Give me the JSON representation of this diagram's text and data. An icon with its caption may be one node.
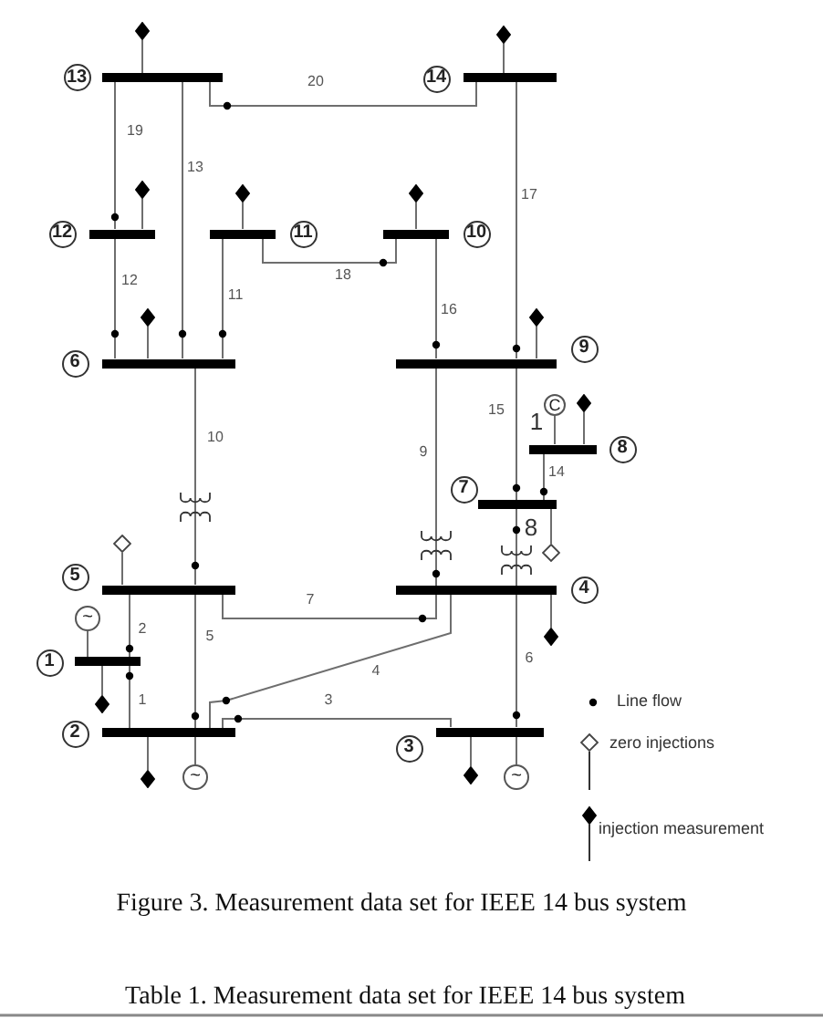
{
  "diagram": {
    "caption": "Figure 3. Measurement data set for IEEE 14 bus system",
    "nodes": [
      {
        "text": [],
        "shape": "bar",
        "beside": [
          "13"
        ]
      },
      {
        "text": [],
        "shape": "bar",
        "beside": [
          "14"
        ]
      },
      {
        "text": [],
        "shape": "bar",
        "beside": [
          "12"
        ]
      },
      {
        "text": [],
        "shape": "bar",
        "beside": [
          "11"
        ]
      },
      {
        "text": [],
        "shape": "bar",
        "beside": [
          "10"
        ]
      },
      {
        "text": [],
        "shape": "bar",
        "beside": [
          "6"
        ]
      },
      {
        "text": [],
        "shape": "bar",
        "beside": [
          "9"
        ]
      },
      {
        "text": [],
        "shape": "bar",
        "beside": [
          "8"
        ]
      },
      {
        "text": [],
        "shape": "bar",
        "beside": [
          "7"
        ]
      },
      {
        "text": [],
        "shape": "bar",
        "beside": [
          "5"
        ]
      },
      {
        "text": [],
        "shape": "bar",
        "beside": [
          "4"
        ]
      },
      {
        "text": [],
        "shape": "bar",
        "beside": [
          "1"
        ]
      },
      {
        "text": [],
        "shape": "bar",
        "beside": [
          "2"
        ]
      },
      {
        "text": [],
        "shape": "bar",
        "beside": [
          "3"
        ]
      },
      {
        "text": [],
        "shape": "diamond"
      },
      {
        "text": [],
        "shape": "diamond"
      },
      {
        "text": [],
        "shape": "diamond"
      },
      {
        "text": [],
        "shape": "diamond"
      },
      {
        "text": [],
        "shape": "diamond"
      },
      {
        "text": [],
        "shape": "diamond"
      },
      {
        "text": [],
        "shape": "diamond"
      },
      {
        "text": [
          "C"
        ]
      },
      {
        "text": [],
        "shape": "diamond"
      },
      {
        "text": [],
        "shape": "diamond"
      },
      {
        "text": [],
        "shape": "diamond"
      },
      {
        "text": [
          "~"
        ]
      },
      {
        "text": [],
        "shape": "diamond"
      },
      {
        "text": [],
        "shape": "diamond"
      },
      {
        "text": [],
        "shape": "diamond"
      },
      {
        "text": [],
        "shape": "diamond"
      },
      {
        "text": [
          "~"
        ]
      },
      {
        "text": [
          "~"
        ]
      }
    ],
    "edges": [
      {
        "from": 11,
        "to": 12,
        "arrow": "other",
        "label": "1"
      },
      {
        "from": 11,
        "to": 9,
        "arrow": "other",
        "label": "2"
      },
      {
        "from": 12,
        "to": 13,
        "arrow": "other",
        "label": "3"
      },
      {
        "from": 12,
        "to": 10,
        "arrow": "other",
        "label": "4"
      },
      {
        "from": 12,
        "to": 9,
        "arrow": "other",
        "label": "5"
      },
      {
        "from": 13,
        "to": 10,
        "arrow": "other",
        "label": "6"
      },
      {
        "from": 10,
        "to": 9,
        "arrow": "other",
        "label": "7"
      },
      {
        "from": 8,
        "to": 10,
        "arrow": "other",
        "label": "8"
      },
      {
        "from": 10,
        "to": 6,
        "arrow": "other",
        "label": "9"
      },
      {
        "from": 9,
        "to": 5,
        "arrow": "other",
        "label": "10"
      },
      {
        "from": 5,
        "to": 3,
        "arrow": "other",
        "label": "11"
      },
      {
        "from": 5,
        "to": 2,
        "arrow": "other",
        "label": "12"
      },
      {
        "from": 5,
        "to": 0,
        "arrow": "other",
        "label": "13"
      },
      {
        "from": 8,
        "to": 7,
        "arrow": "other",
        "label": "14"
      },
      {
        "from": 8,
        "to": 6,
        "arrow": "other",
        "label": "15"
      },
      {
        "from": 6,
        "to": 4,
        "arrow": "other",
        "label": "16"
      },
      {
        "from": 6,
        "to": 1,
        "arrow": "other",
        "label": "17"
      },
      {
        "from": 4,
        "to": 3,
        "arrow": "other",
        "label": "18"
      },
      {
        "from": 2,
        "to": 0,
        "arrow": "other",
        "label": "19"
      },
      {
        "from": 0,
        "to": 1,
        "arrow": "other",
        "label": "20"
      },
      {
        "from": 0,
        "to": 14,
        "arrow": "none"
      },
      {
        "from": 1,
        "to": 15,
        "arrow": "none"
      },
      {
        "from": 2,
        "to": 16,
        "arrow": "none"
      },
      {
        "from": 3,
        "to": 17,
        "arrow": "none"
      },
      {
        "from": 4,
        "to": 18,
        "arrow": "none"
      },
      {
        "from": 5,
        "to": 19,
        "arrow": "none"
      },
      {
        "from": 6,
        "to": 20,
        "arrow": "none"
      },
      {
        "from": 7,
        "to": 21,
        "arrow": "none"
      },
      {
        "from": 7,
        "to": 22,
        "arrow": "none"
      },
      {
        "from": 9,
        "to": 23,
        "arrow": "none"
      },
      {
        "from": 8,
        "to": 24,
        "arrow": "none"
      },
      {
        "from": 11,
        "to": 25,
        "arrow": "none"
      },
      {
        "from": 10,
        "to": 26,
        "arrow": "none"
      },
      {
        "from": 11,
        "to": 27,
        "arrow": "none"
      },
      {
        "from": 13,
        "to": 28,
        "arrow": "none"
      },
      {
        "from": 12,
        "to": 29,
        "arrow": "none"
      },
      {
        "from": 12,
        "to": 30,
        "arrow": "none"
      },
      {
        "from": 13,
        "to": 31,
        "arrow": "none"
      }
    ],
    "labels": [
      "1",
      "Table 1. Measurement data set for IEEE 14 bus system"
    ],
    "legend": [
      {
        "text": "Line flow"
      },
      {
        "text": "zero injections"
      },
      {
        "text": "injection measurement"
      }
    ]
  }
}
